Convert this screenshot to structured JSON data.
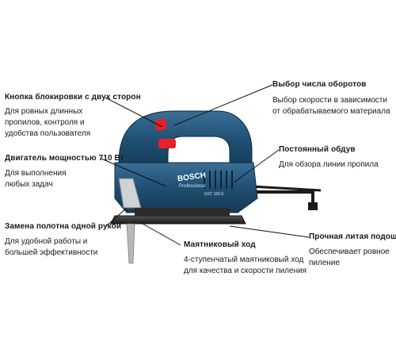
{
  "features": [
    {
      "id": "lock",
      "title": "Кнопка блокировки с двух сторон",
      "desc": [
        "Для ровных длинных",
        "пропилов, контроля  и",
        "удобства пользователя"
      ]
    },
    {
      "id": "motor",
      "title": "Двигатель мощностью 710 Вт",
      "desc": [
        "Для выполнения",
        "любых задач"
      ]
    },
    {
      "id": "blade",
      "title": "Замена полотна одной рукой",
      "desc": [
        "Для удобной работы и",
        "большей эффективности"
      ]
    },
    {
      "id": "speed",
      "title": "Выбор числа оборотов",
      "desc": [
        "Выбор скорости в зависимости",
        "от обрабатываемого материала"
      ]
    },
    {
      "id": "blow",
      "title": "Постоянный обдув",
      "desc": [
        "Для обзора линии пропила"
      ]
    },
    {
      "id": "sole",
      "title": "Прочная литая подошва",
      "desc": [
        "Обеспечивает ровное",
        "пиление"
      ]
    },
    {
      "id": "pendulum",
      "title": "Маятниковый ход",
      "desc": [
        "4-ступенчатый маятниковый ход",
        "для качества и скорости пиления"
      ]
    }
  ],
  "product": {
    "brand": "BOSCH",
    "line": "Professional",
    "model": "GST 150 E"
  },
  "colors": {
    "body": "#1f4f72",
    "accent": "#e8202a",
    "line": "#111111",
    "base": "#2a2a2a"
  }
}
